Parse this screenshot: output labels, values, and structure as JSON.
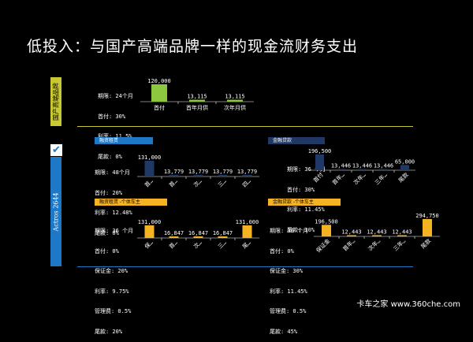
{
  "title": "低投入：与国产高端品牌一样的现金流财务支出",
  "domestic_tab_label": "国产高端品牌",
  "actros_tab_label": "Actros 2644",
  "watermark": "卡车之家 www.360che.com",
  "colors": {
    "green": "#8dc63f",
    "yellow": "#f5b324",
    "navy": "#1f3864",
    "bar_blue": "#1f3864",
    "accent_line": "#c8c832",
    "blue_line": "#1e78c8"
  },
  "panels": [
    {
      "header": "",
      "info": [
        "期限: 24个月",
        "首付: 30%",
        "利率: 11.5%",
        "尾款: 0%"
      ],
      "chart_data": {
        "type": "bar",
        "categories": [
          "首付",
          "首年月供",
          "次年月供"
        ],
        "values": [
          120000,
          13115,
          13115
        ],
        "value_labels": [
          "120,000",
          "13,115",
          "13,115"
        ],
        "color": "#8dc63f"
      }
    },
    {
      "header": "融资租赁",
      "info": [
        "期限: 48个月",
        "首付: 20%",
        "利率: 12.48%",
        "尾款: 0%"
      ],
      "chart_data": {
        "type": "bar",
        "categories": [
          "首…",
          "首…",
          "次…",
          "三…",
          "四…"
        ],
        "values": [
          131000,
          13779,
          13779,
          13779,
          13779
        ],
        "value_labels": [
          "131,000",
          "13,779",
          "13,779",
          "13,779",
          "13,779"
        ],
        "color": "#1f3864"
      }
    },
    {
      "header": "金融贷款",
      "info": [
        "期限: 36 个月",
        "首付: 30%",
        "利率: 11.45%",
        "尾款: 10%"
      ],
      "chart_data": {
        "type": "bar",
        "categories": [
          "首付",
          "首年…",
          "次年…",
          "三年…",
          "尾款"
        ],
        "values": [
          196500,
          13446,
          13446,
          13446,
          65000
        ],
        "value_labels": [
          "196,500",
          "13,446",
          "13,446",
          "13,446",
          "65,000"
        ],
        "color": "#1f3864"
      }
    },
    {
      "header": "融资租赁 -个体车主",
      "info": [
        "期限: 36 个月",
        "首付: 0%",
        "保证金: 20%",
        "利率: 9.75%",
        "管理费: 0.5%",
        "尾款: 20%"
      ],
      "chart_data": {
        "type": "bar",
        "categories": [
          "保…",
          "首…",
          "次…",
          "三…",
          "尾…"
        ],
        "values": [
          131000,
          16847,
          16847,
          16847,
          131000
        ],
        "value_labels": [
          "131,000",
          "16,847",
          "16,847",
          "16,847",
          "131,000"
        ],
        "color": "#f5b324"
      }
    },
    {
      "header": "金融贷款 -个体车主",
      "info": [
        "期限: 36 个月",
        "首付: 0%",
        "保证金: 30%",
        "利率: 11.45%",
        "管理费: 0.5%",
        "尾款: 45%"
      ],
      "chart_data": {
        "type": "bar",
        "categories": [
          "保证金",
          "首年…",
          "次年…",
          "三年…",
          "尾款"
        ],
        "values": [
          196500,
          12443,
          12443,
          12443,
          294750
        ],
        "value_labels": [
          "196,500",
          "12,443",
          "12,443",
          "12,443",
          "294,750"
        ],
        "color": "#f5b324"
      }
    }
  ]
}
